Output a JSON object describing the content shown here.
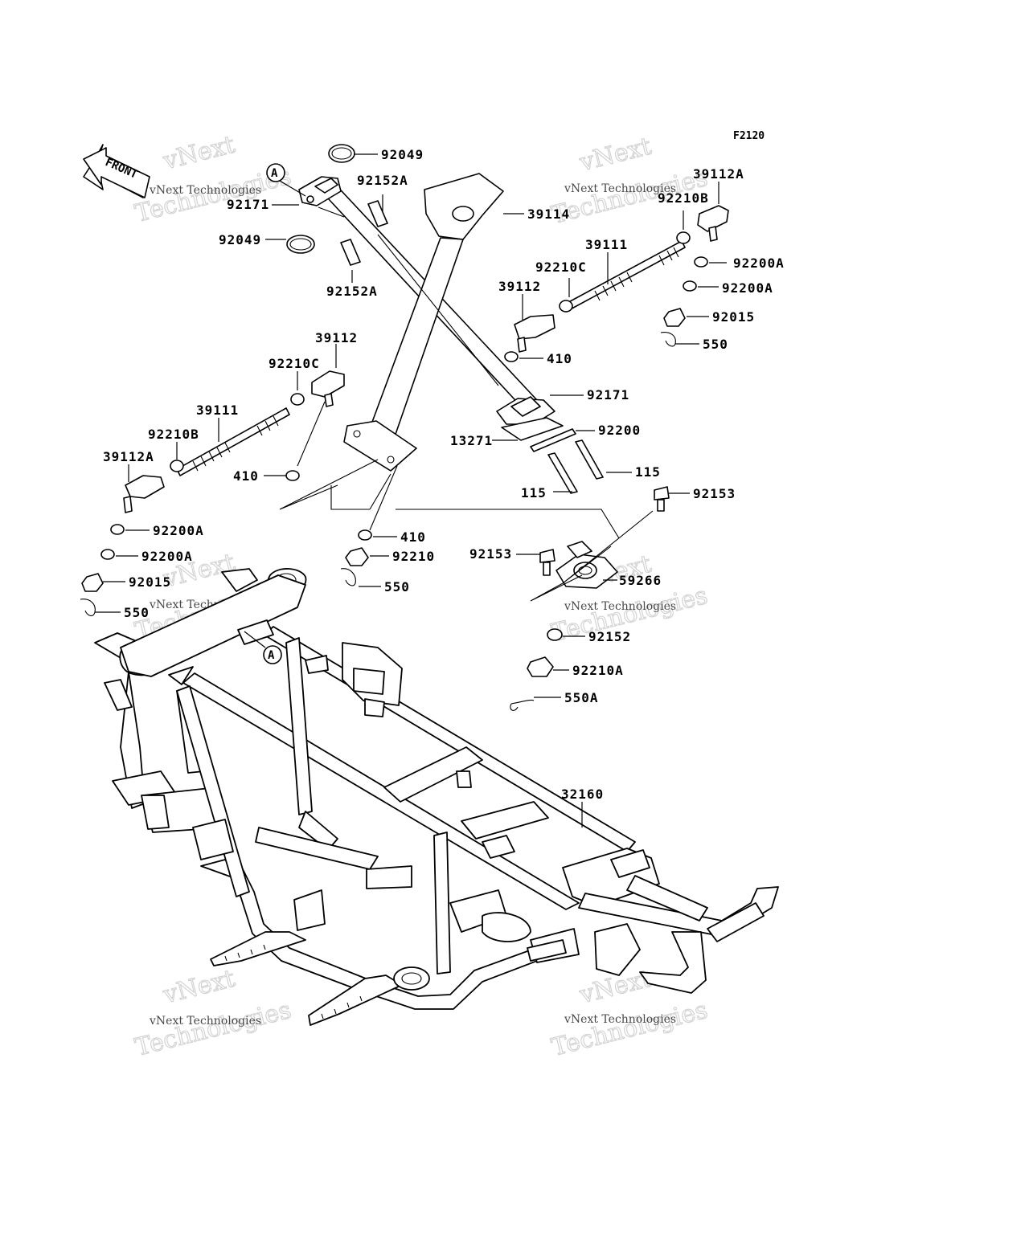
{
  "figure_code": "F2120",
  "front_arrow_text": "FRONT",
  "callout_letter": "A",
  "watermark": {
    "line1": "vNext Technologies",
    "line2": "vNext",
    "line3": "Technologies"
  },
  "labels": {
    "p92049_top": "92049",
    "p92171_top": "92171",
    "p92049_left": "92049",
    "p92152A_top": "92152A",
    "p92152A_bottom": "92152A",
    "p39114": "39114",
    "p39112A_right": "39112A",
    "p92210B_right": "92210B",
    "p39111_right": "39111",
    "p92210C_right": "92210C",
    "p39112_right": "39112",
    "p92200A_r1": "92200A",
    "p92200A_r2": "92200A",
    "p92015_right": "92015",
    "p550_right": "550",
    "p410_right": "410",
    "p92171_mid": "92171",
    "p92200": "92200",
    "p13271": "13271",
    "p115_right": "115",
    "p115_left": "115",
    "p92153_right": "92153",
    "p92153_left": "92153",
    "p59266": "59266",
    "p92152": "92152",
    "p92210A": "92210A",
    "p550A": "550A",
    "p39112_left": "39112",
    "p92210C_left": "92210C",
    "p39111_left": "39111",
    "p92210B_left": "92210B",
    "p39112A_left": "39112A",
    "p410_left": "410",
    "p410_mid": "410",
    "p92210": "92210",
    "p550_mid": "550",
    "p92200A_l1": "92200A",
    "p92200A_l2": "92200A",
    "p92015_left": "92015",
    "p550_left": "550",
    "p32160": "32160"
  }
}
